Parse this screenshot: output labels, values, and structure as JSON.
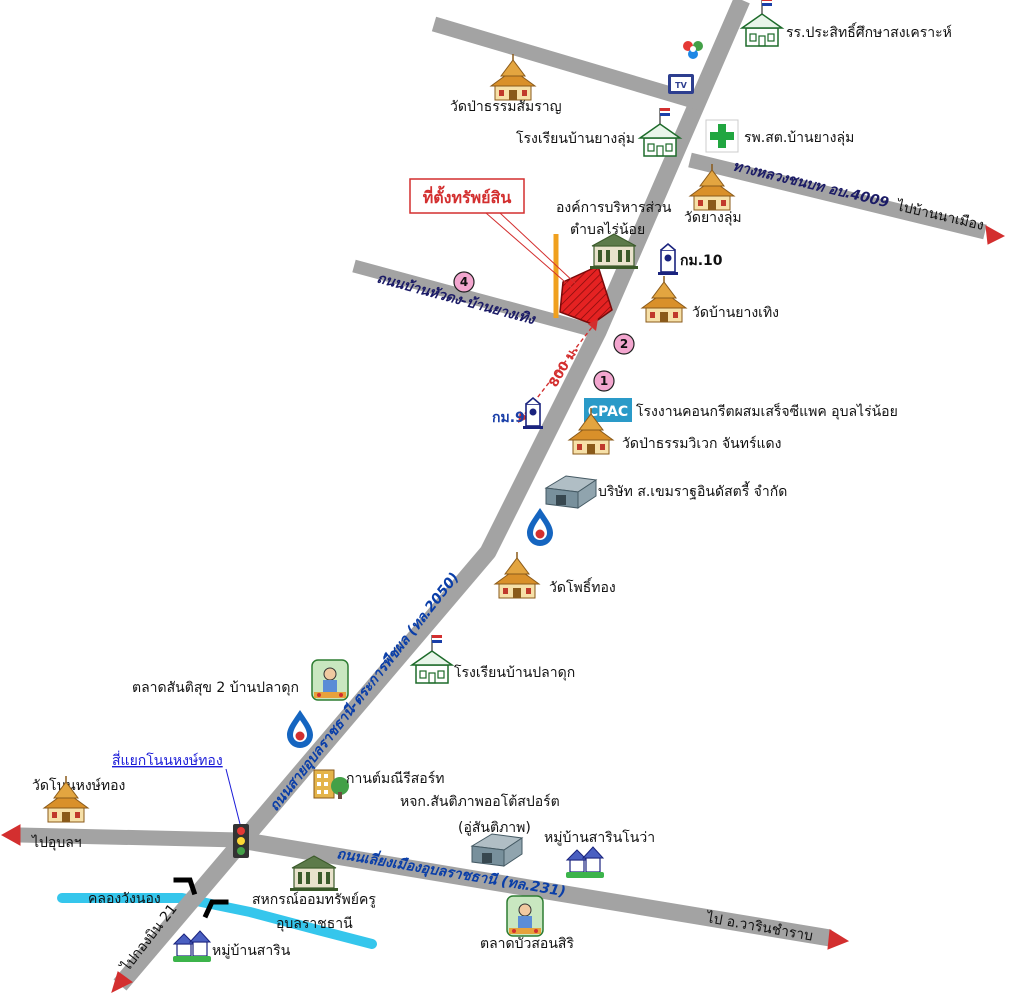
{
  "colors": {
    "road": "#a3a3a3",
    "road_label": "#0a3ea8",
    "canal": "#35c6ec",
    "property": "#e52222",
    "callout": "#d32f2f",
    "marker": "#f3a6cf",
    "orange_road": "#f0a01e",
    "link_blue": "#1c1cd8"
  },
  "callout": {
    "property_label": "ที่ตั้งทรัพย์สิน"
  },
  "distance_label": "800 ม.",
  "roads": {
    "main_highway": "ถนนสายอุบลราชธานี-ตระการพืชผล (ทล.2050)",
    "bypass": "ถนนเลี่ยงเมืองอุบลราชธานี (ทล.231)",
    "rural_4009": "ทางหลวงชนบท อบ.4009",
    "ban_wang": "ถนนบ้านหัวดง-บ้านยางเทิง"
  },
  "directions": {
    "to_ban_na_mueang": "ไปบ้านนาเมือง",
    "to_ubon": "ไปอุบลฯ",
    "to_warin": "ไป อ.วารินชำราบ",
    "to_kong_bin": "ไปกองบิน 21"
  },
  "markers": [
    "1",
    "2",
    "4"
  ],
  "km_posts": {
    "km10": "กม.10",
    "km9": "กม.9"
  },
  "junction_label": "สี่แยกโนนหงษ์ทอง",
  "canal_label": "คลองวังนอง",
  "cpac_logo": "CPAC",
  "tv_logo": "TV",
  "places": {
    "school_top": "รร.ประสิทธิ์ศึกษาสงเคราะห์",
    "wat_pa_tham": "วัดป่าธรรมสัมราญ",
    "school_yang_lum": "โรงเรียนบ้านยางลุ่ม",
    "hospital": "รพ.สต.บ้านยางลุ่ม",
    "wat_yang_lum": "วัดยางลุ่ม",
    "sao_line1": "องค์การบริหารส่วน",
    "sao_line2": "ตำบลไร่น้อย",
    "wat_yang_thoeng": "วัดบ้านยางเทิง",
    "cpac_plant": "โรงงานคอนกรีตผสมเสร็จซีแพค อุบลไร่น้อย",
    "wat_pa_tham_wiwek": "วัดป่าธรรมวิเวก จันทร์แดง",
    "company": "บริษัท ส.เขมราฐอินดัสตรี้ จำกัด",
    "wat_pho_thong": "วัดโพธิ์ทอง",
    "school_pla_duk": "โรงเรียนบ้านปลาดุก",
    "market_santisuk": "ตลาดสันติสุข 2 บ้านปลาดุก",
    "wat_non_hong": "วัดโนนหงษ์ทอง",
    "kanda": "กานต์มณีรีสอร์ท",
    "dealer_line1": "หจก.สันติภาพออโต้สปอร์ต",
    "dealer_line2": "(อู่สันติภาพ)",
    "village_sarin_nowa": "หมู่บ้านสารินโนว่า",
    "coop_line1": "สหกรณ์ออมทรัพย์ครู",
    "coop_line2": "อุบลราชธานี",
    "market_bua": "ตลาดบัวสอนสิริ",
    "village_sarin": "หมู่บ้านสาริน"
  }
}
